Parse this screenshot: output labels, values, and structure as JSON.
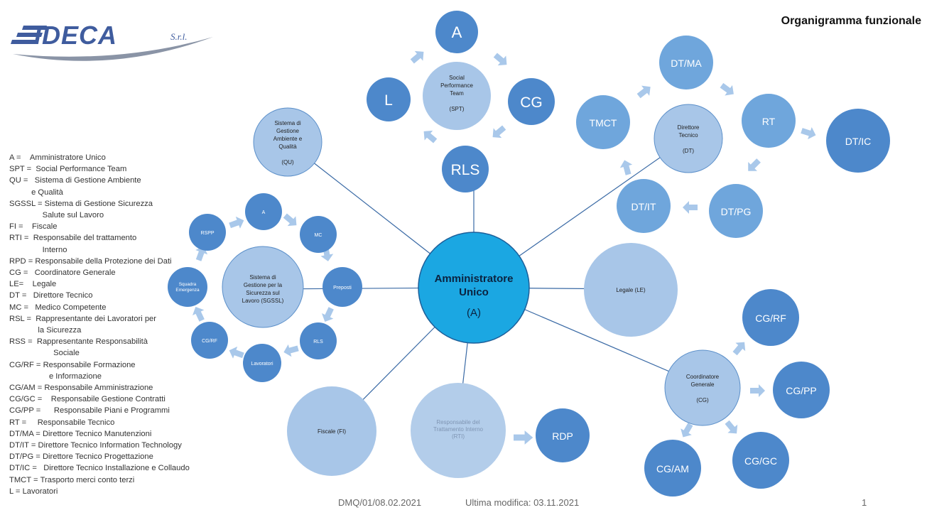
{
  "brand": {
    "logo_text": "IDECA",
    "logo_suffix": "S.r.l."
  },
  "title": "Organigramma funzionale",
  "colors": {
    "center": "#1ba7e2",
    "dark": "#4d88cb",
    "mid": "#6fa6dc",
    "light": "#a8c6e8",
    "arrow": "#a9c8ea",
    "line": "#3a6aa5"
  },
  "center": {
    "line1": "Amministratore",
    "line2": "Unico",
    "line3": "(A)"
  },
  "spt": {
    "hub": [
      "Social",
      "Performance",
      "Team",
      "",
      "(SPT)"
    ],
    "a": "A",
    "cg": "CG",
    "rls": "RLS",
    "l": "L"
  },
  "qu": {
    "hub": [
      "Sistema di",
      "Gestione",
      "Ambiente e",
      "Qualità",
      "",
      "(QU)"
    ]
  },
  "dt": {
    "hub": [
      "Direttore",
      "Tecnico",
      "",
      "(DT)"
    ],
    "ma": "DT/MA",
    "rt": "RT",
    "ic": "DT/IC",
    "pg": "DT/PG",
    "it": "DT/IT",
    "tmct": "TMCT"
  },
  "sgssl": {
    "hub": [
      "Sistema di",
      "Gestione per la",
      "Sicurezza sul",
      "Lavoro (SGSSL)"
    ],
    "a": "A",
    "mc": "MC",
    "preposti": "Preposti",
    "rls": "RLS",
    "lavoratori": "Lavoratori",
    "cgrf": "CG/RF",
    "squadra": [
      "Squadra",
      "Emergenza"
    ],
    "rspp": "RSPP"
  },
  "legale": "Legale (LE)",
  "fiscale": "Fiscale (FI)",
  "rti": {
    "hub": [
      "Responsabile del",
      "Trattamento Interno",
      "(RTI)"
    ],
    "rdp": "RDP"
  },
  "cg": {
    "hub": [
      "Coordinatore",
      "Generale",
      "",
      "(CG)"
    ],
    "rf": "CG/RF",
    "pp": "CG/PP",
    "gc": "CG/GC",
    "am": "CG/AM"
  },
  "legend": [
    [
      "A =    ",
      "Amministratore Unico"
    ],
    [
      "SPT =  ",
      "Social Performance Team"
    ],
    [
      "QU =   ",
      "Sistema di Gestione Ambiente"
    ],
    [
      "",
      "          e Qualità"
    ],
    [
      "SGSSL = ",
      "Sistema di Gestione Sicurezza"
    ],
    [
      "",
      "               Salute sul Lavoro"
    ],
    [
      "FI =    ",
      "Fiscale"
    ],
    [
      "RTI =  ",
      "Responsabile del trattamento"
    ],
    [
      "",
      "               Interno"
    ],
    [
      "RPD = ",
      "Responsabile della Protezione dei Dati"
    ],
    [
      "CG =   ",
      "Coordinatore Generale"
    ],
    [
      "LE=    ",
      "Legale"
    ],
    [
      "DT =   ",
      "Direttore Tecnico"
    ],
    [
      "MC =   ",
      "Medico Competente"
    ],
    [
      "RSL =  ",
      "Rappresentante dei Lavoratori per"
    ],
    [
      "",
      "             la Sicurezza"
    ],
    [
      "RSS =  ",
      "Rappresentante Responsabilità"
    ],
    [
      "",
      "                    Sociale"
    ],
    [
      "CG/RF = ",
      "Responsabile Formazione"
    ],
    [
      "",
      "                  e Informazione"
    ],
    [
      "CG/AM = ",
      "Responsabile Amministrazione"
    ],
    [
      "CG/GC =    ",
      "Responsabile Gestione Contratti"
    ],
    [
      "CG/PP =      ",
      "Responsabile Piani e Programmi"
    ],
    [
      "RT =     ",
      "Responsabile Tecnico"
    ],
    [
      "DT/MA = ",
      "Direttore Tecnico Manutenzioni"
    ],
    [
      "DT/IT = ",
      "Direttore Tecnico Information Technology"
    ],
    [
      "DT/PG = ",
      "Direttore Tecnico Progettazione"
    ],
    [
      "DT/IC =   ",
      "Direttore Tecnico Installazione e Collaudo"
    ],
    [
      "TMCT = ",
      "Trasporto merci conto terzi"
    ],
    [
      "L = ",
      "Lavoratori"
    ]
  ],
  "footer": {
    "doc": "DMQ/01/08.02.2021",
    "modified": "Ultima modifica: 03.11.2021",
    "page": "1"
  }
}
